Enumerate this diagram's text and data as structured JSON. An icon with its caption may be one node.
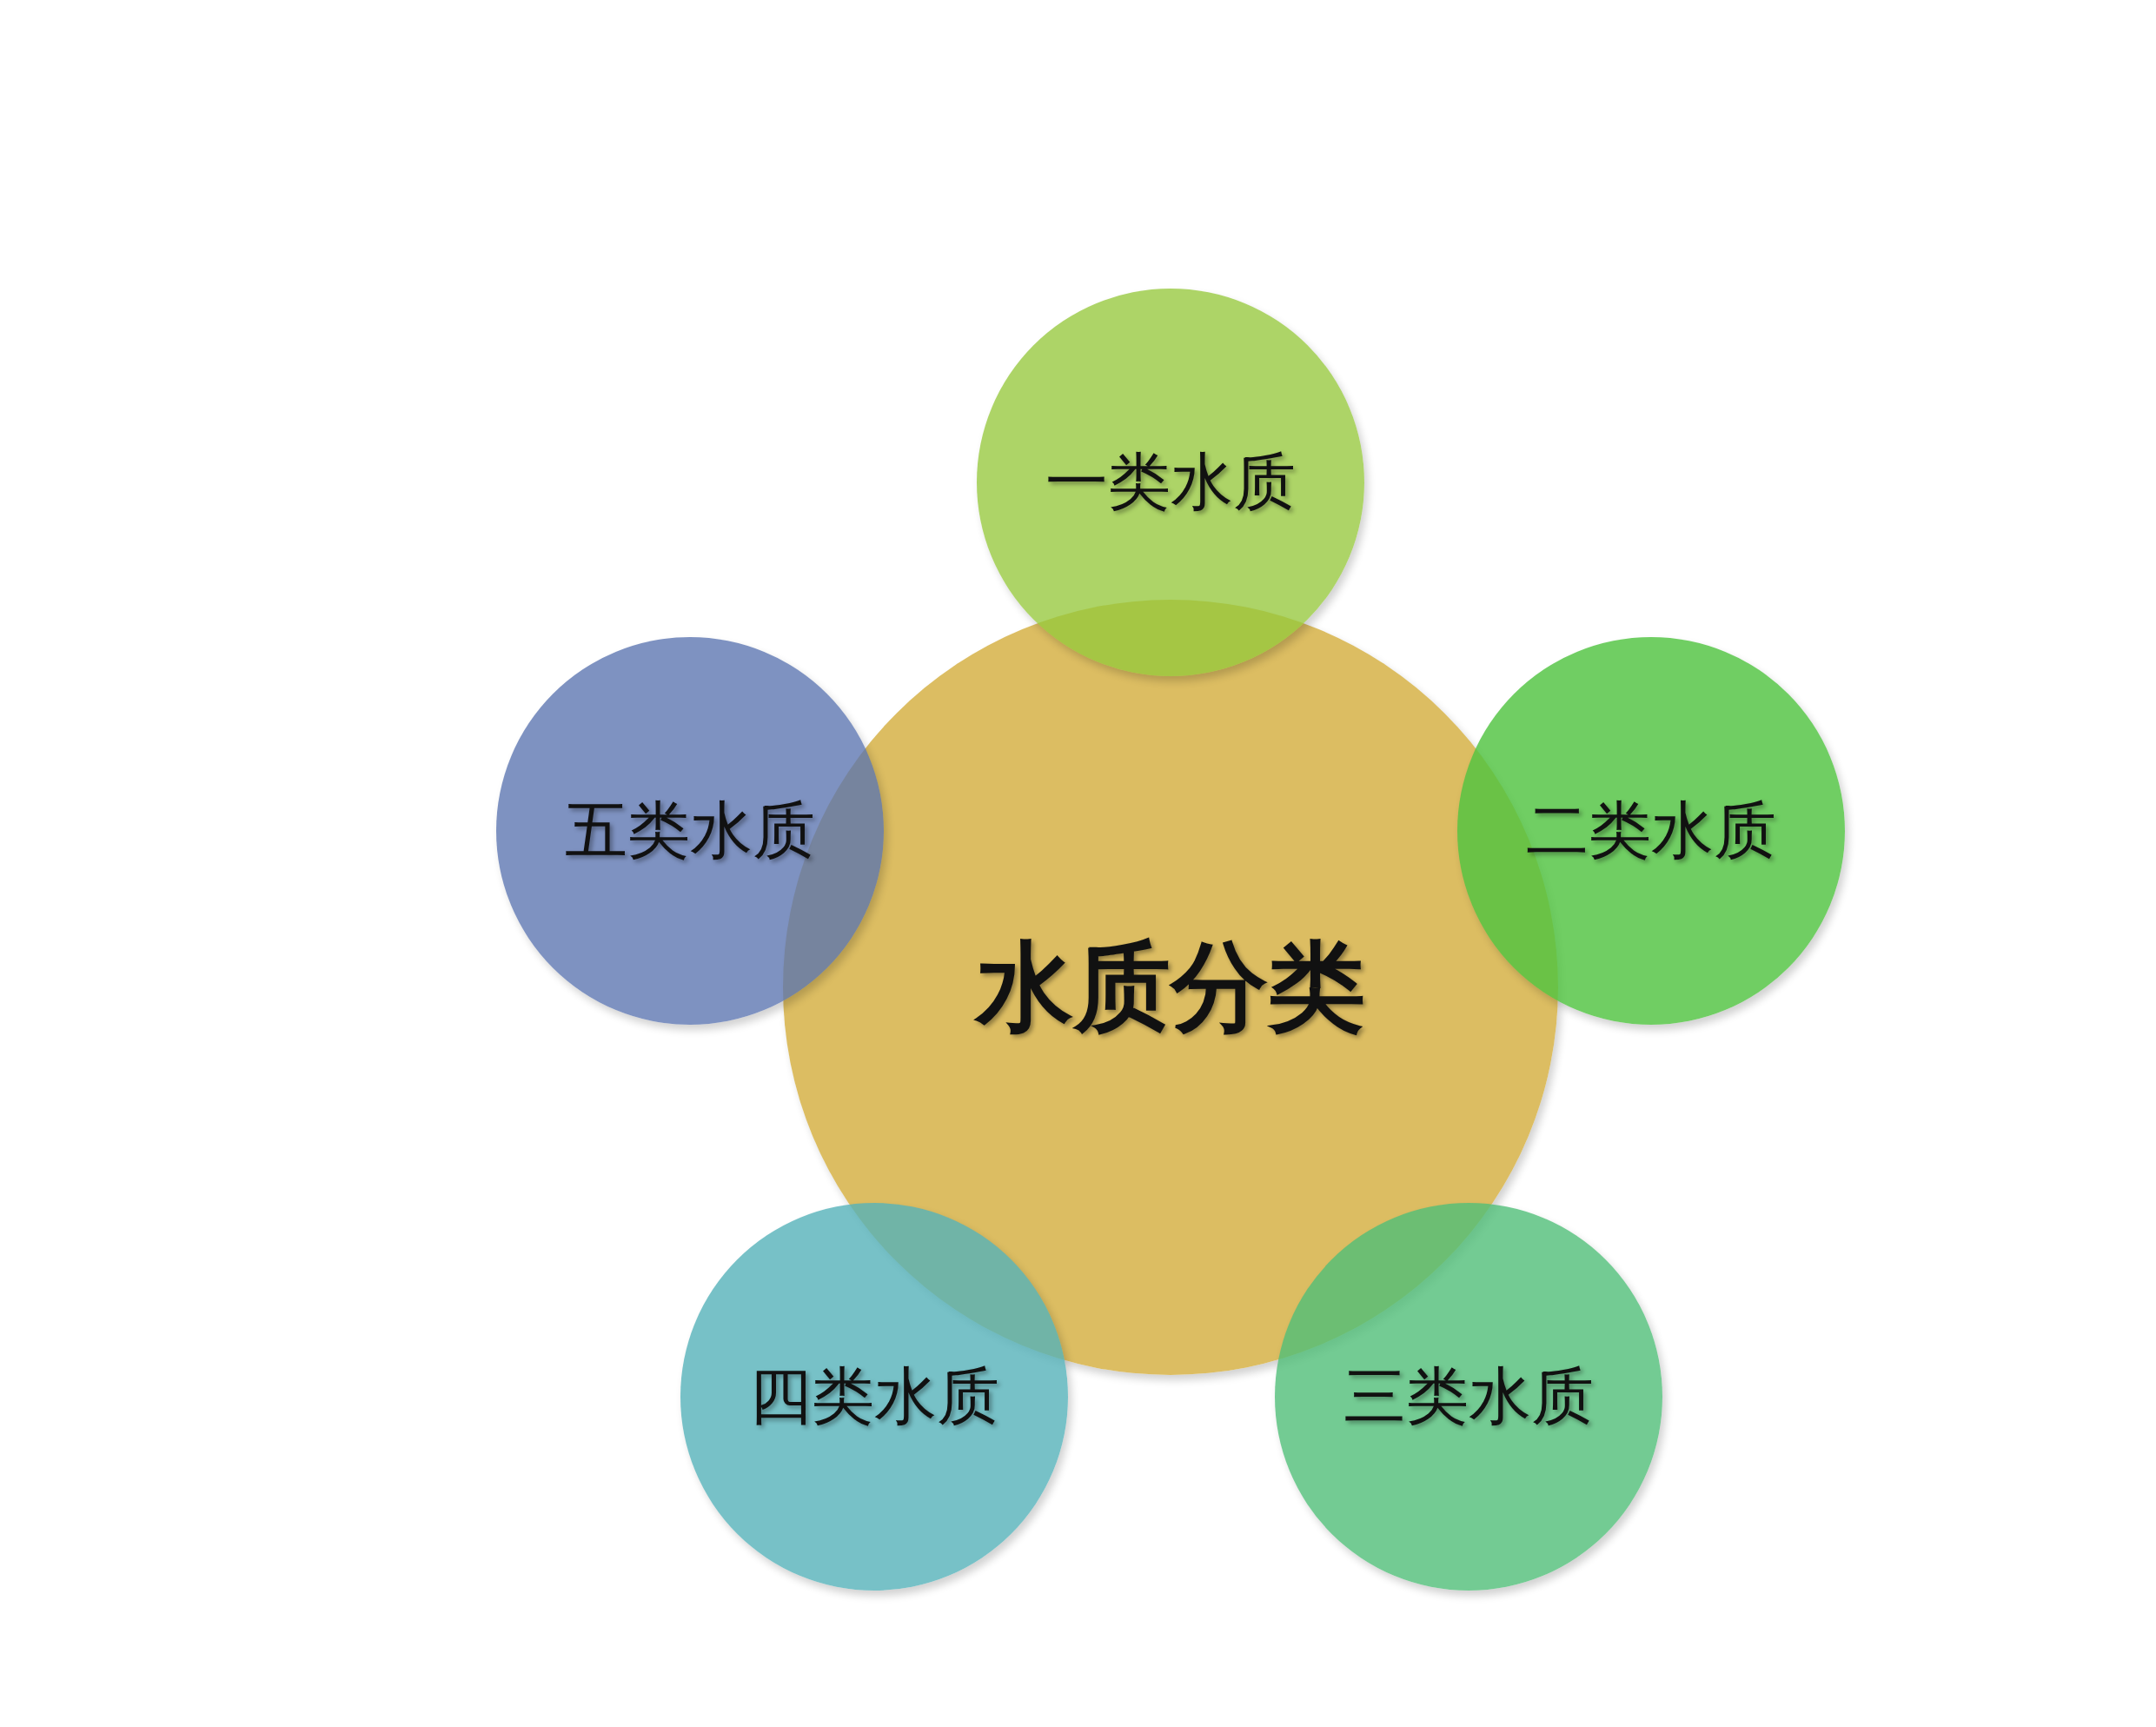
{
  "diagram": {
    "nodes": [
      {
        "text": [
          "水质分类"
        ]
      },
      {
        "text": [
          "一类水质"
        ]
      },
      {
        "text": [
          "二类水质"
        ]
      },
      {
        "text": [
          "三类水质"
        ]
      },
      {
        "text": [
          "四类水质"
        ]
      },
      {
        "text": [
          "五类水质"
        ]
      }
    ]
  }
}
